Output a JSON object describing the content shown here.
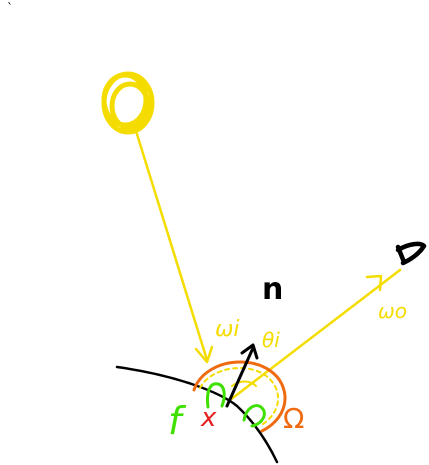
{
  "labels": {
    "normal": "n",
    "incoming_direction": "ωi",
    "outgoing_direction": "ωo",
    "angle": "θi",
    "point": "x",
    "brdf": "f",
    "hemisphere": "Ω",
    "corner_mark": "`"
  },
  "colors": {
    "light": "#f5dc00",
    "normal": "#000000",
    "surface": "#000000",
    "hemisphere": "#f06a10",
    "brdf_lobe": "#3ee000",
    "point": "#e51f1f",
    "background": "#ffffff"
  },
  "icons": {
    "light_source": "sun-icon",
    "viewer": "eye-icon"
  }
}
